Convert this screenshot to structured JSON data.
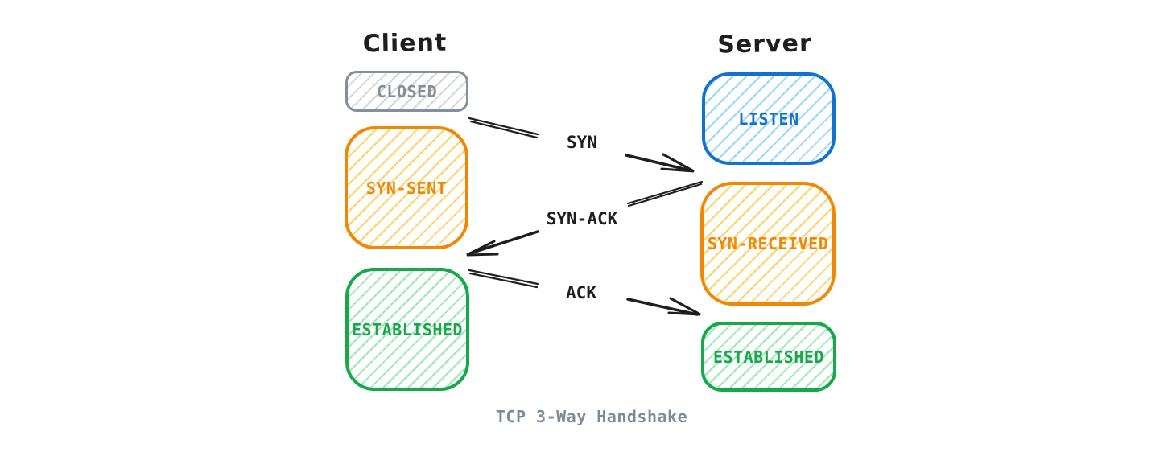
{
  "diagram": {
    "caption": "TCP 3-Way Handshake",
    "client": {
      "label": "Client",
      "states": [
        {
          "name": "CLOSED",
          "color": "#868e96"
        },
        {
          "name": "SYN-SENT",
          "color": "#f18805"
        },
        {
          "name": "ESTABLISHED",
          "color": "#16a84b"
        }
      ]
    },
    "server": {
      "label": "Server",
      "states": [
        {
          "name": "LISTEN",
          "color": "#1273cf"
        },
        {
          "name": "SYN-RECEIVED",
          "color": "#f18805"
        },
        {
          "name": "ESTABLISHED",
          "color": "#16a84b"
        }
      ]
    },
    "messages": [
      {
        "label": "SYN",
        "from": "Client CLOSED",
        "to": "Server LISTEN"
      },
      {
        "label": "SYN-ACK",
        "from": "Server SYN-RECEIVED",
        "to": "Client SYN-SENT"
      },
      {
        "label": "ACK",
        "from": "Client ESTABLISHED",
        "to": "Server ESTABLISHED"
      }
    ],
    "colors": {
      "gray_stroke": "#868e96",
      "gray_hatch": "#ccd4dc",
      "orange_stroke": "#f18805",
      "orange_hatch": "#ffd466",
      "blue_stroke": "#1273cf",
      "blue_hatch": "#9bd7f9",
      "green_stroke": "#16a84b",
      "green_hatch": "#9be9b3",
      "arrow": "#1e1e1e",
      "caption_text": "#7e8b97",
      "background": "#ffffff"
    }
  }
}
